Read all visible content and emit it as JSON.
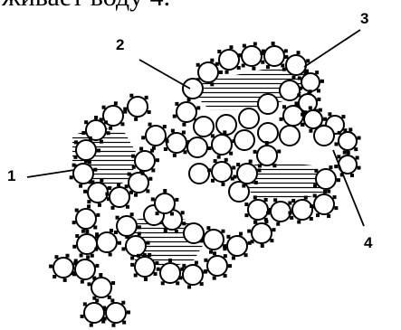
{
  "caption_fragment": "живает воду 4.",
  "callouts": [
    {
      "id": "1",
      "text": "1"
    },
    {
      "id": "2",
      "text": "2"
    },
    {
      "id": "3",
      "text": "3"
    },
    {
      "id": "4",
      "text": "4"
    }
  ],
  "colors": {
    "stroke": "#000000",
    "fill": "#ffffff"
  }
}
